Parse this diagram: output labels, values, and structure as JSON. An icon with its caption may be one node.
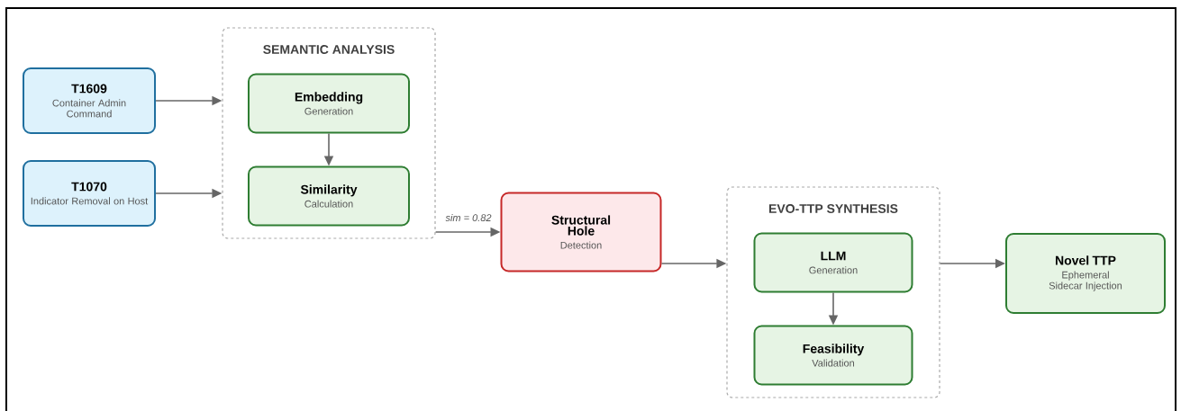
{
  "diagram": {
    "nodes": [
      {
        "text": [
          "T1609",
          "Container Admin Command"
        ]
      },
      {
        "text": [
          "T1070",
          "Indicator Removal on Host"
        ]
      },
      {
        "text": [
          "SEMANTIC ANALYSIS"
        ]
      },
      {
        "text": [
          "Embedding",
          "Generation"
        ],
        "in": 2
      },
      {
        "text": [
          "Similarity",
          "Calculation"
        ],
        "in": 2
      },
      {
        "text": [
          "Structural Hole",
          "Detection"
        ]
      },
      {
        "text": [
          "EVO-TTP SYNTHESIS"
        ]
      },
      {
        "text": [
          "LLM",
          "Generation"
        ],
        "in": 6
      },
      {
        "text": [
          "Feasibility",
          "Validation"
        ],
        "in": 6
      },
      {
        "text": [
          "Novel TTP",
          "Ephemeral Sidecar Injection"
        ]
      }
    ],
    "edges": [
      {
        "from": 0,
        "to": 2,
        "arrow": "to"
      },
      {
        "from": 1,
        "to": 2,
        "arrow": "to"
      },
      {
        "from": 3,
        "to": 4,
        "arrow": "to"
      },
      {
        "from": 2,
        "to": 5,
        "arrow": "to",
        "label": "sim = 0.82"
      },
      {
        "from": 5,
        "to": 6,
        "arrow": "to"
      },
      {
        "from": 7,
        "to": 8,
        "arrow": "to"
      },
      {
        "from": 6,
        "to": 9,
        "arrow": "to"
      }
    ]
  }
}
